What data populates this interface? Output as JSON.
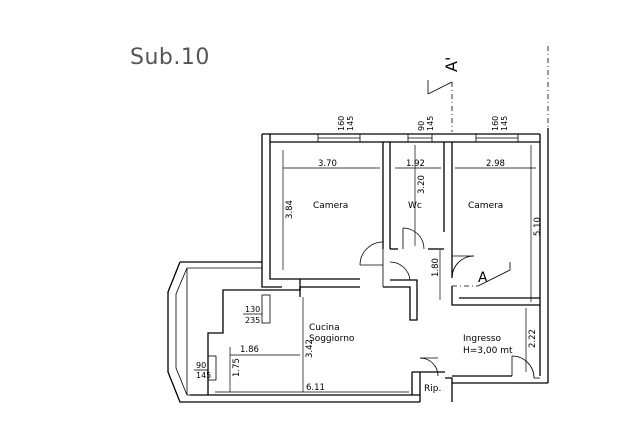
{
  "title": "Sub.10",
  "section_marker": "A'",
  "section_marker_bottom": "A",
  "rooms": {
    "camera_left": "Camera",
    "wc": "Wc",
    "camera_right": "Camera",
    "cucina_line1": "Cucina",
    "cucina_line2": "Soggiorno",
    "ingresso": "Ingresso",
    "height_note": "H=3,00 mt",
    "ripostiglio": "Rip."
  },
  "dimensions": {
    "camera_left_width": "3.70",
    "camera_left_depth": "3.84",
    "wc_width": "1.92",
    "wc_depth": "3.20",
    "camera_right_width": "2.98",
    "camera_right_depth": "5.10",
    "hall_depth": "1.80",
    "cucina_depth": "3.42",
    "cucina_width": "6.11",
    "balcony_depth": "1.75",
    "recess_width": "1.86",
    "ingresso_depth": "2.22"
  },
  "windows": {
    "w1": {
      "width": "160",
      "height": "145"
    },
    "w2": {
      "width": "90",
      "height": "145"
    },
    "w3": {
      "width": "160",
      "height": "145"
    },
    "w4": {
      "width": "130",
      "height": "235"
    },
    "w5": {
      "width": "90",
      "height": "145"
    }
  }
}
